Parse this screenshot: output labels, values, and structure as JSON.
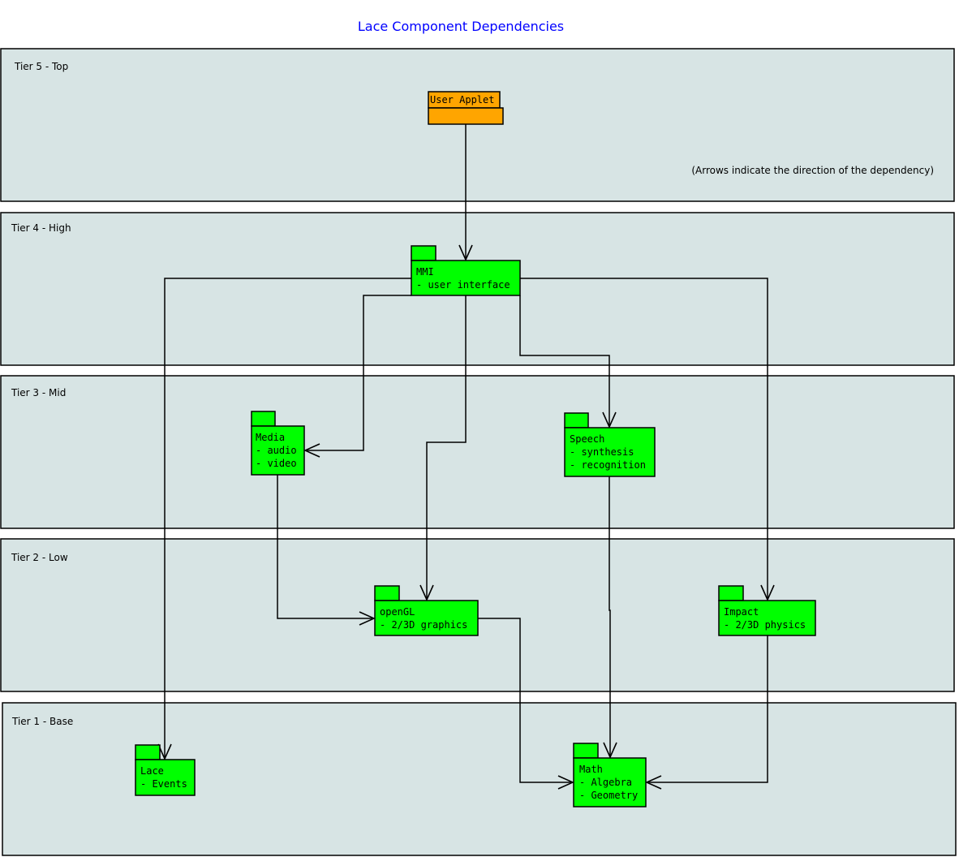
{
  "title": "Lace Component Dependencies",
  "note": "(Arrows indicate the direction of the dependency)",
  "colors": {
    "tier_fill": "#d7e4e4",
    "package_fill": "#00ff00",
    "user_applet_fill": "#ffa500",
    "title": "#0000ff"
  },
  "tiers": [
    {
      "label": "Tier 5 - Top"
    },
    {
      "label": "Tier 4 - High"
    },
    {
      "label": "Tier 3 - Mid"
    },
    {
      "label": "Tier 2 - Low"
    },
    {
      "label": "Tier 1 - Base"
    }
  ],
  "packages": {
    "user_applet": {
      "name": "User Applet"
    },
    "mmi": {
      "name": "MMI",
      "lines": [
        "- user interface"
      ]
    },
    "media": {
      "name": "Media",
      "lines": [
        "- audio",
        "- video"
      ]
    },
    "speech": {
      "name": "Speech",
      "lines": [
        "- synthesis",
        "- recognition"
      ]
    },
    "opengl": {
      "name": "openGL",
      "lines": [
        "- 2/3D graphics"
      ]
    },
    "impact": {
      "name": "Impact",
      "lines": [
        "- 2/3D physics"
      ]
    },
    "lace": {
      "name": "Lace",
      "lines": [
        "- Events"
      ]
    },
    "math": {
      "name": "Math",
      "lines": [
        "- Algebra",
        "- Geometry"
      ]
    }
  },
  "dependencies": [
    {
      "from": "User Applet",
      "to": "MMI"
    },
    {
      "from": "MMI",
      "to": "Lace"
    },
    {
      "from": "MMI",
      "to": "Impact"
    },
    {
      "from": "MMI",
      "to": "Media"
    },
    {
      "from": "MMI",
      "to": "openGL"
    },
    {
      "from": "MMI",
      "to": "Speech"
    },
    {
      "from": "Media",
      "to": "openGL"
    },
    {
      "from": "Speech",
      "to": "Math"
    },
    {
      "from": "openGL",
      "to": "Math"
    },
    {
      "from": "Impact",
      "to": "Math"
    }
  ]
}
